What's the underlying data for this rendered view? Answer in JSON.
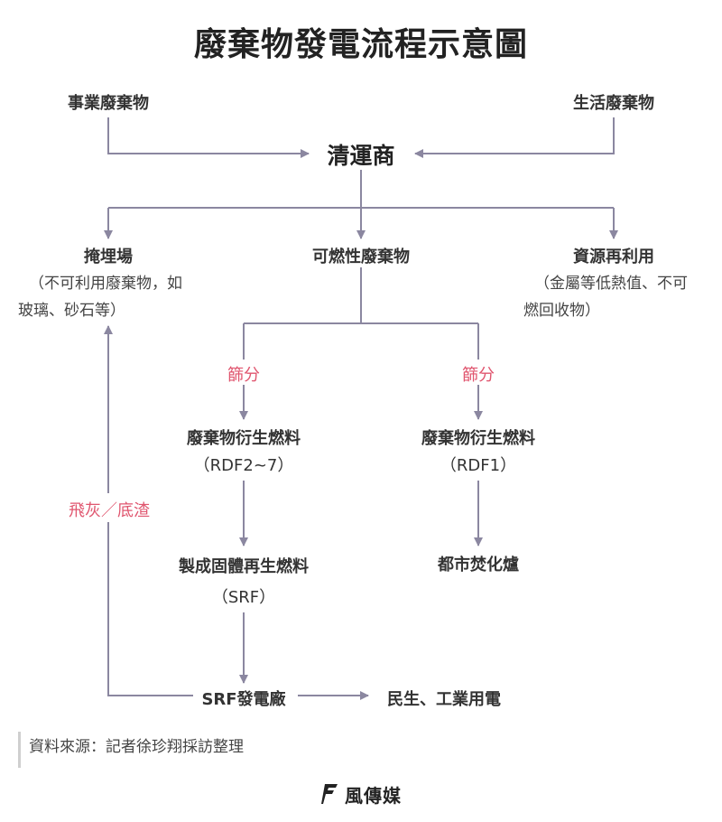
{
  "title": "廢棄物發電流程示意圖",
  "nodes": {
    "business_waste": "事業廢棄物",
    "household_waste": "生活廢棄物",
    "hauler": "清運商",
    "landfill": "掩埋場",
    "landfill_note_1": "（不可利用廢棄物，如",
    "landfill_note_2": "玻璃、砂石等）",
    "combustible": "可燃性廢棄物",
    "recycling": "資源再利用",
    "recycling_note_1": "（金屬等低熱值、不可",
    "recycling_note_2": "燃回收物）",
    "rdf_a_1": "廢棄物衍生燃料",
    "rdf_a_2": "（RDF2~7）",
    "rdf_b_1": "廢棄物衍生燃料",
    "rdf_b_2": "（RDF1）",
    "srf_1": "製成固體再生燃料",
    "srf_2": "（SRF）",
    "incinerator": "都市焚化爐",
    "srf_plant": "SRF發電廠",
    "power": "民生、工業用電"
  },
  "edge_labels": {
    "sort_left": "篩分",
    "sort_right": "篩分",
    "ash": "飛灰／底渣"
  },
  "footer": {
    "source": "資料來源：記者徐珍翔採訪整理",
    "brand": "風傳媒"
  },
  "colors": {
    "line": "#8b87a0",
    "accent": "#e0566f",
    "text": "#333333"
  }
}
